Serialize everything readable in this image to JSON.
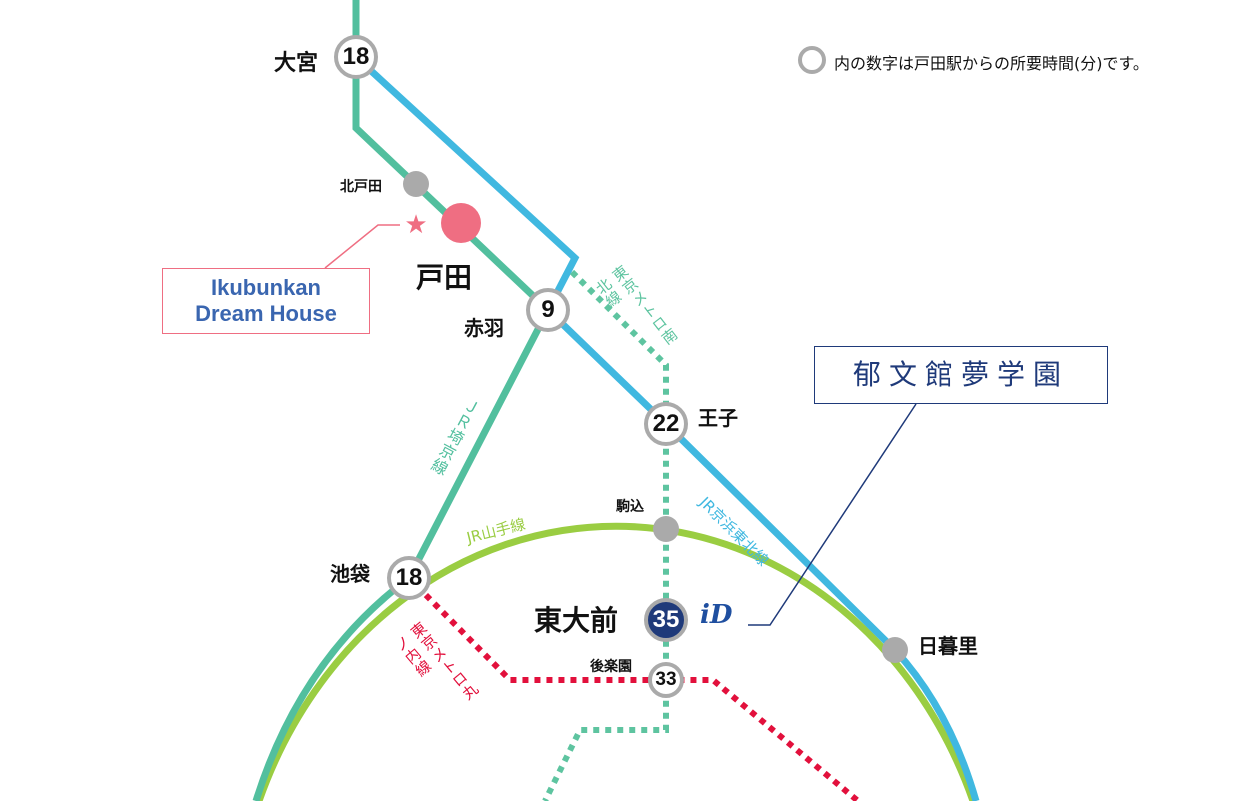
{
  "legend": {
    "text": "内の数字は戸田駅からの所要時間(分)です。"
  },
  "colors": {
    "saikyo": "#52bf9e",
    "keihin": "#40b8e0",
    "yamanote": "#9acd42",
    "namboku": "#5ec4a0",
    "marunouchi": "#e2103c",
    "toda": "#ef6e82",
    "navy": "#1f3a7a"
  },
  "stations": {
    "omiya": {
      "name": "大宮",
      "minutes": "18"
    },
    "kitatoda": {
      "name": "北戸田"
    },
    "toda": {
      "name": "戸田"
    },
    "akabane": {
      "name": "赤羽",
      "minutes": "9"
    },
    "oji": {
      "name": "王子",
      "minutes": "22"
    },
    "komagome": {
      "name": "駒込"
    },
    "ikebukuro": {
      "name": "池袋",
      "minutes": "18"
    },
    "todaimae": {
      "name": "東大前",
      "minutes": "35"
    },
    "korakuen": {
      "name": "後楽園",
      "minutes": "33"
    },
    "nippori": {
      "name": "日暮里"
    }
  },
  "lines": {
    "saikyo": "ＪＲ埼京線",
    "keihin": "JR京浜東北線",
    "yamanote": "JR山手線",
    "namboku": "東京メトロ南北線",
    "marunouchi": "東京メトロ丸ノ内線"
  },
  "callouts": {
    "dream_house": [
      "Ikubunkan",
      "Dream House"
    ],
    "school": "郁文館夢学園"
  }
}
